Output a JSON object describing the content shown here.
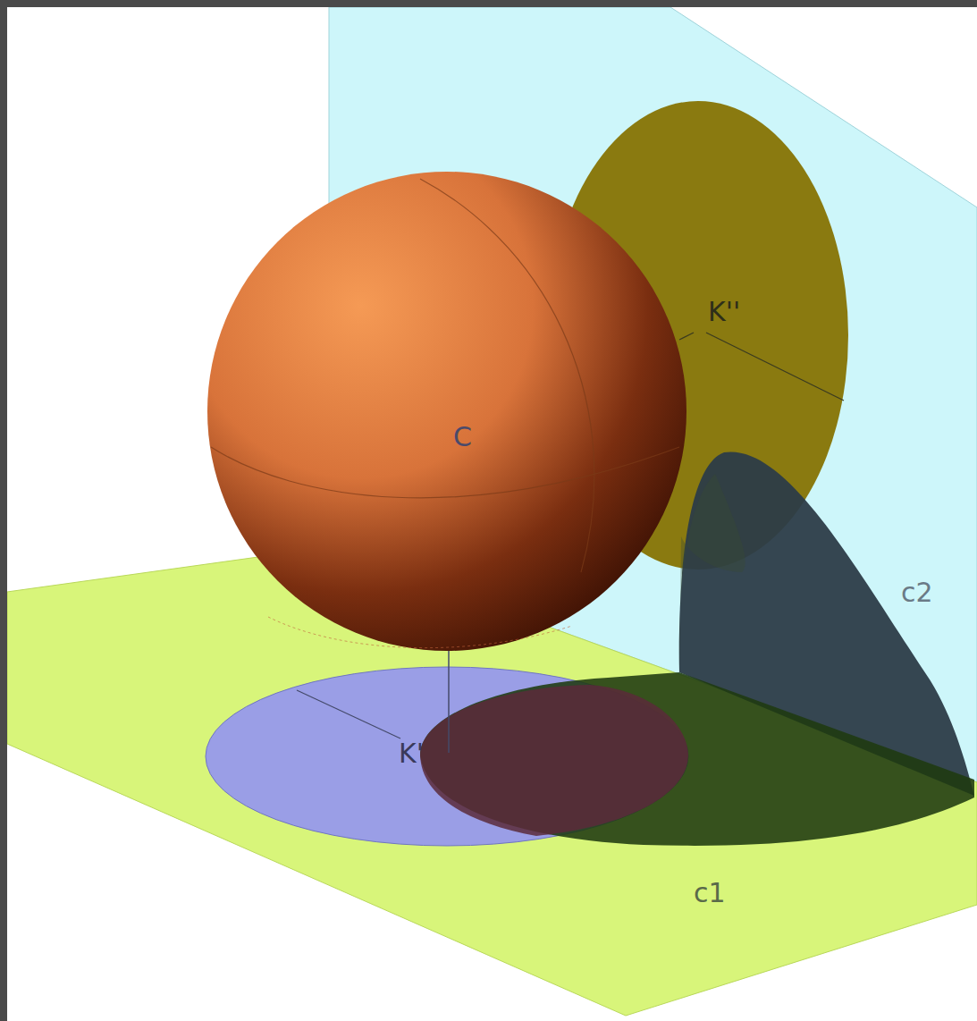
{
  "diagram": {
    "labels": [
      "C",
      "K''",
      "K'",
      "c2",
      "c1"
    ]
  }
}
